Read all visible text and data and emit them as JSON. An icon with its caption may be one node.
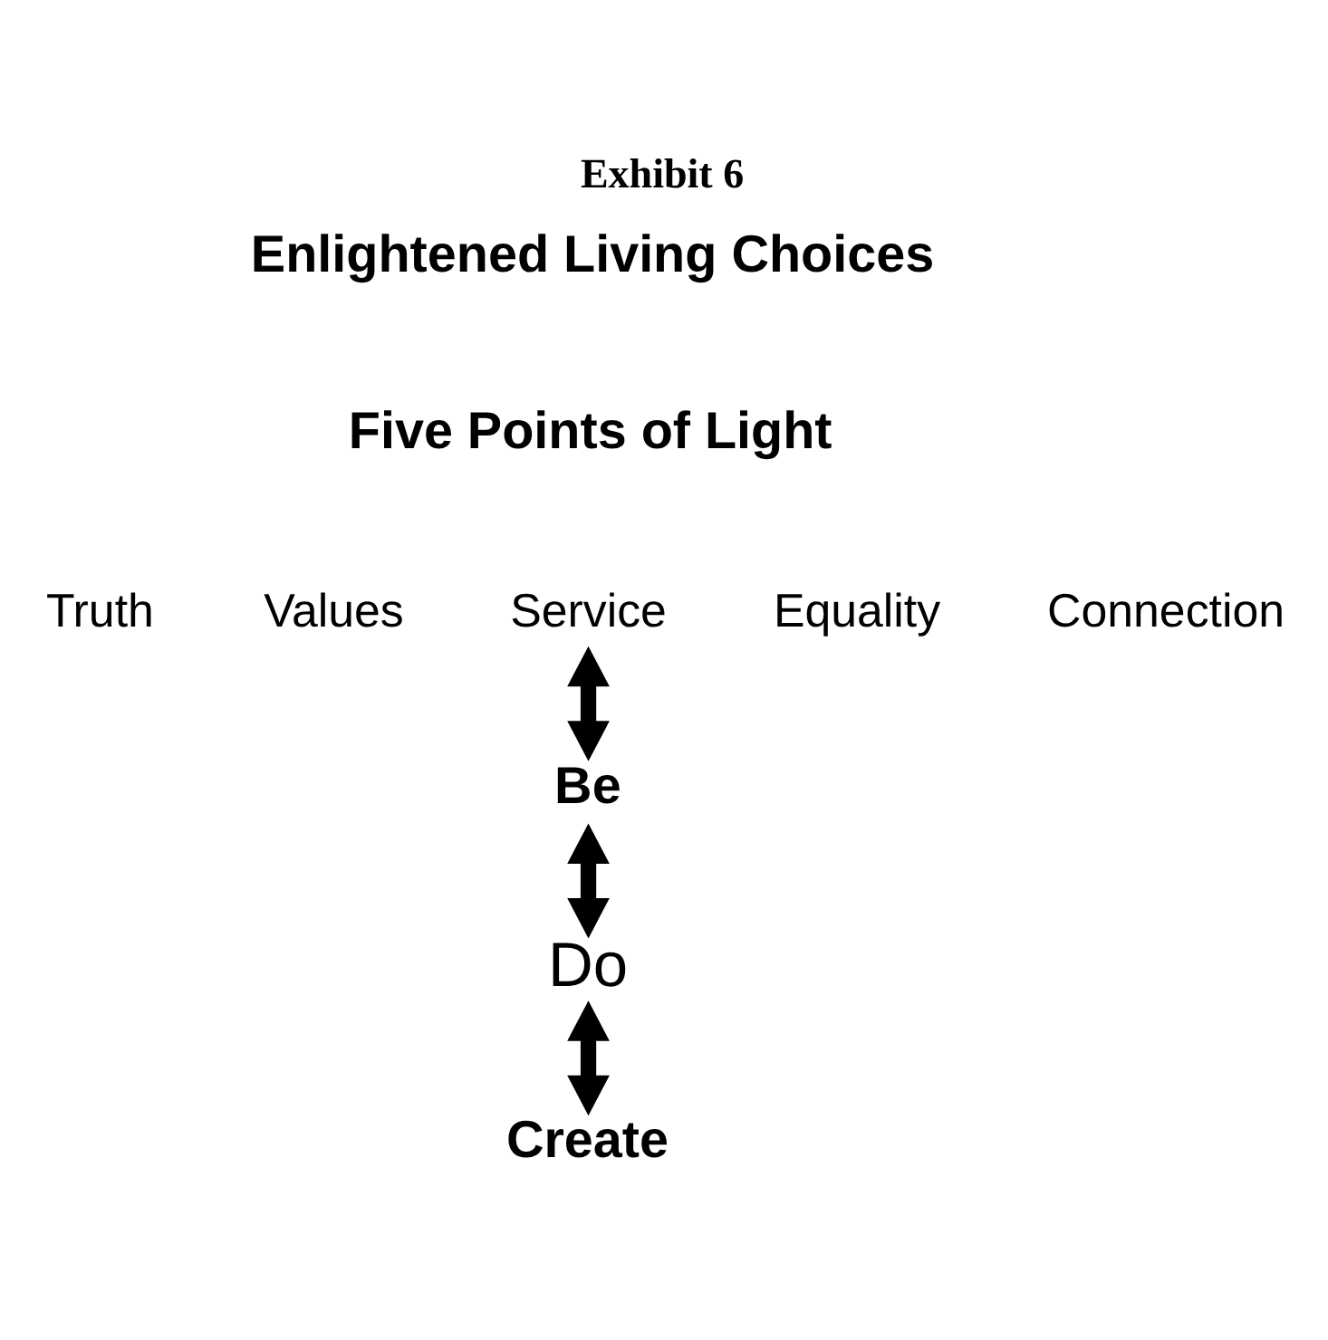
{
  "diagram": {
    "title": "Exhibit 6",
    "nodes": [
      {
        "text": [
          "Truth"
        ]
      },
      {
        "text": [
          "Values"
        ]
      },
      {
        "text": [
          "Service"
        ]
      },
      {
        "text": [
          "Equality"
        ]
      },
      {
        "text": [
          "Connection"
        ]
      },
      {
        "text": [
          "Be"
        ]
      },
      {
        "text": [
          "Do"
        ]
      },
      {
        "text": [
          "Create"
        ]
      }
    ],
    "edges": [
      {
        "from": 2,
        "to": 5,
        "arrow": "both"
      },
      {
        "from": 5,
        "to": 6,
        "arrow": "both"
      },
      {
        "from": 6,
        "to": 7,
        "arrow": "both"
      }
    ],
    "labels": [
      "Enlightened Living Choices",
      "Five Points of Light"
    ]
  }
}
